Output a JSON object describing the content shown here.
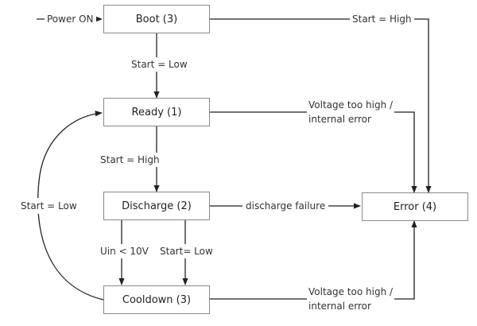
{
  "states": {
    "boot": "Boot (3)",
    "ready": "Ready (1)",
    "discharge": "Discharge (2)",
    "cooldown": "Cooldown (3)",
    "error": "Error (4)"
  },
  "transitions": {
    "power_on": "Power ON",
    "boot_to_ready": "Start = Low",
    "boot_to_error": "Start = High",
    "ready_to_discharge": "Start = High",
    "ready_to_error_line1": "Voltage too high /",
    "ready_to_error_line2": "internal error",
    "discharge_to_error": "discharge failure",
    "discharge_to_cooldown_left": "Uin < 10V",
    "discharge_to_cooldown_right": "Start= Low",
    "cooldown_to_ready": "Start = Low",
    "cooldown_to_error_line1": "Voltage too high /",
    "cooldown_to_error_line2": "internal error"
  }
}
